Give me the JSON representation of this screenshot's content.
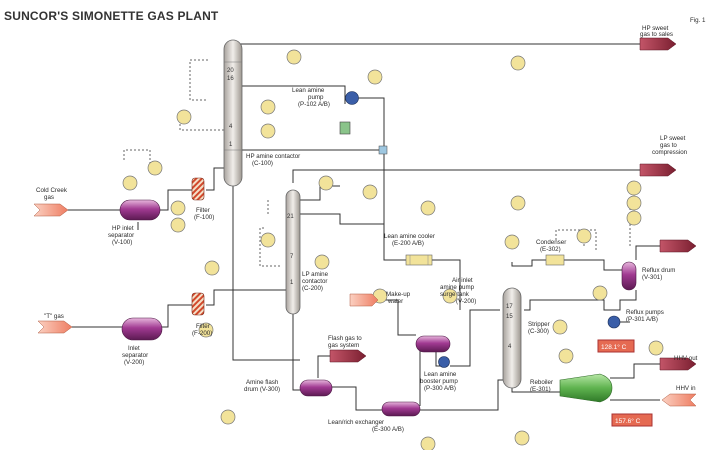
{
  "title": "SUNCOR'S SIMONETTE GAS PLANT",
  "fig": "Fig. 1",
  "streams": {
    "hp_gas": [
      "HP sweet",
      "gas to sales"
    ],
    "lp_gas": [
      "LP sweet",
      "gas to",
      "compression"
    ],
    "cold_gas": [
      "Cold Creek",
      "gas"
    ],
    "t_gas": "\"T\" gas",
    "makeup_water": [
      "Make-up",
      "water"
    ],
    "hhv_out": "HHV out",
    "hhv_in": "HHV in",
    "flash_gas": [
      "Flash gas to",
      "gas system"
    ]
  },
  "equipment": {
    "hp_amine": [
      "HP amine contactor",
      "(C-100)"
    ],
    "lean_cooler_pump": [
      "Lean amine",
      "pump",
      "(P-102 A/B)"
    ],
    "hp_inlet_sep": [
      "HP inlet",
      "separator",
      "(V-100)"
    ],
    "filter1": [
      "Filter",
      "(F-100)"
    ],
    "lp_amine": [
      "LP amine",
      "contactor",
      "(C-200)"
    ],
    "lean_cooler": [
      "Lean amine cooler",
      "(E-200 A/B)"
    ],
    "amine_pump": [
      "Air inlet",
      "amine pump",
      "surge tank",
      "(V-200)"
    ],
    "inlet_sep": [
      "Inlet",
      "separator",
      "(V-200)"
    ],
    "filter2": [
      "Filter",
      "(F-200)"
    ],
    "flash_drum": [
      "Amine flash",
      "drum (V-300)"
    ],
    "lean_rich": [
      "Lean/rich exchanger",
      "(E-300 A/B)"
    ],
    "booster_pump": [
      "Lean amine",
      "booster pump",
      "(P-300 A/B)"
    ],
    "condenser": [
      "Condenser",
      "(E-302)"
    ],
    "reflux_drum": [
      "Reflux drum",
      "(V-301)"
    ],
    "reflux_pump": [
      "Reflux pumps",
      "(P-301 A/B)"
    ],
    "stripper": [
      "Stripper",
      "(C-300)"
    ],
    "reboiler": [
      "Reboiler",
      "(E-301)"
    ]
  },
  "trays": {
    "hp": [
      "20",
      "16",
      "4",
      "1"
    ],
    "lp": [
      "21",
      "7",
      "1"
    ],
    "strip": [
      "17",
      "15",
      "4"
    ]
  },
  "temps": {
    "t1": "128.1° C",
    "t2": "157.6° C"
  },
  "colors": {
    "pipe": "#333333",
    "vessel": "#8a2a7a",
    "instr": "#f2e39a",
    "column": "#d9d4cf",
    "arrow_red": "#9b2a3c",
    "arrow_pink": "#f5a088",
    "reboiler": "#78c46a",
    "temp_box": "#e56a52"
  }
}
